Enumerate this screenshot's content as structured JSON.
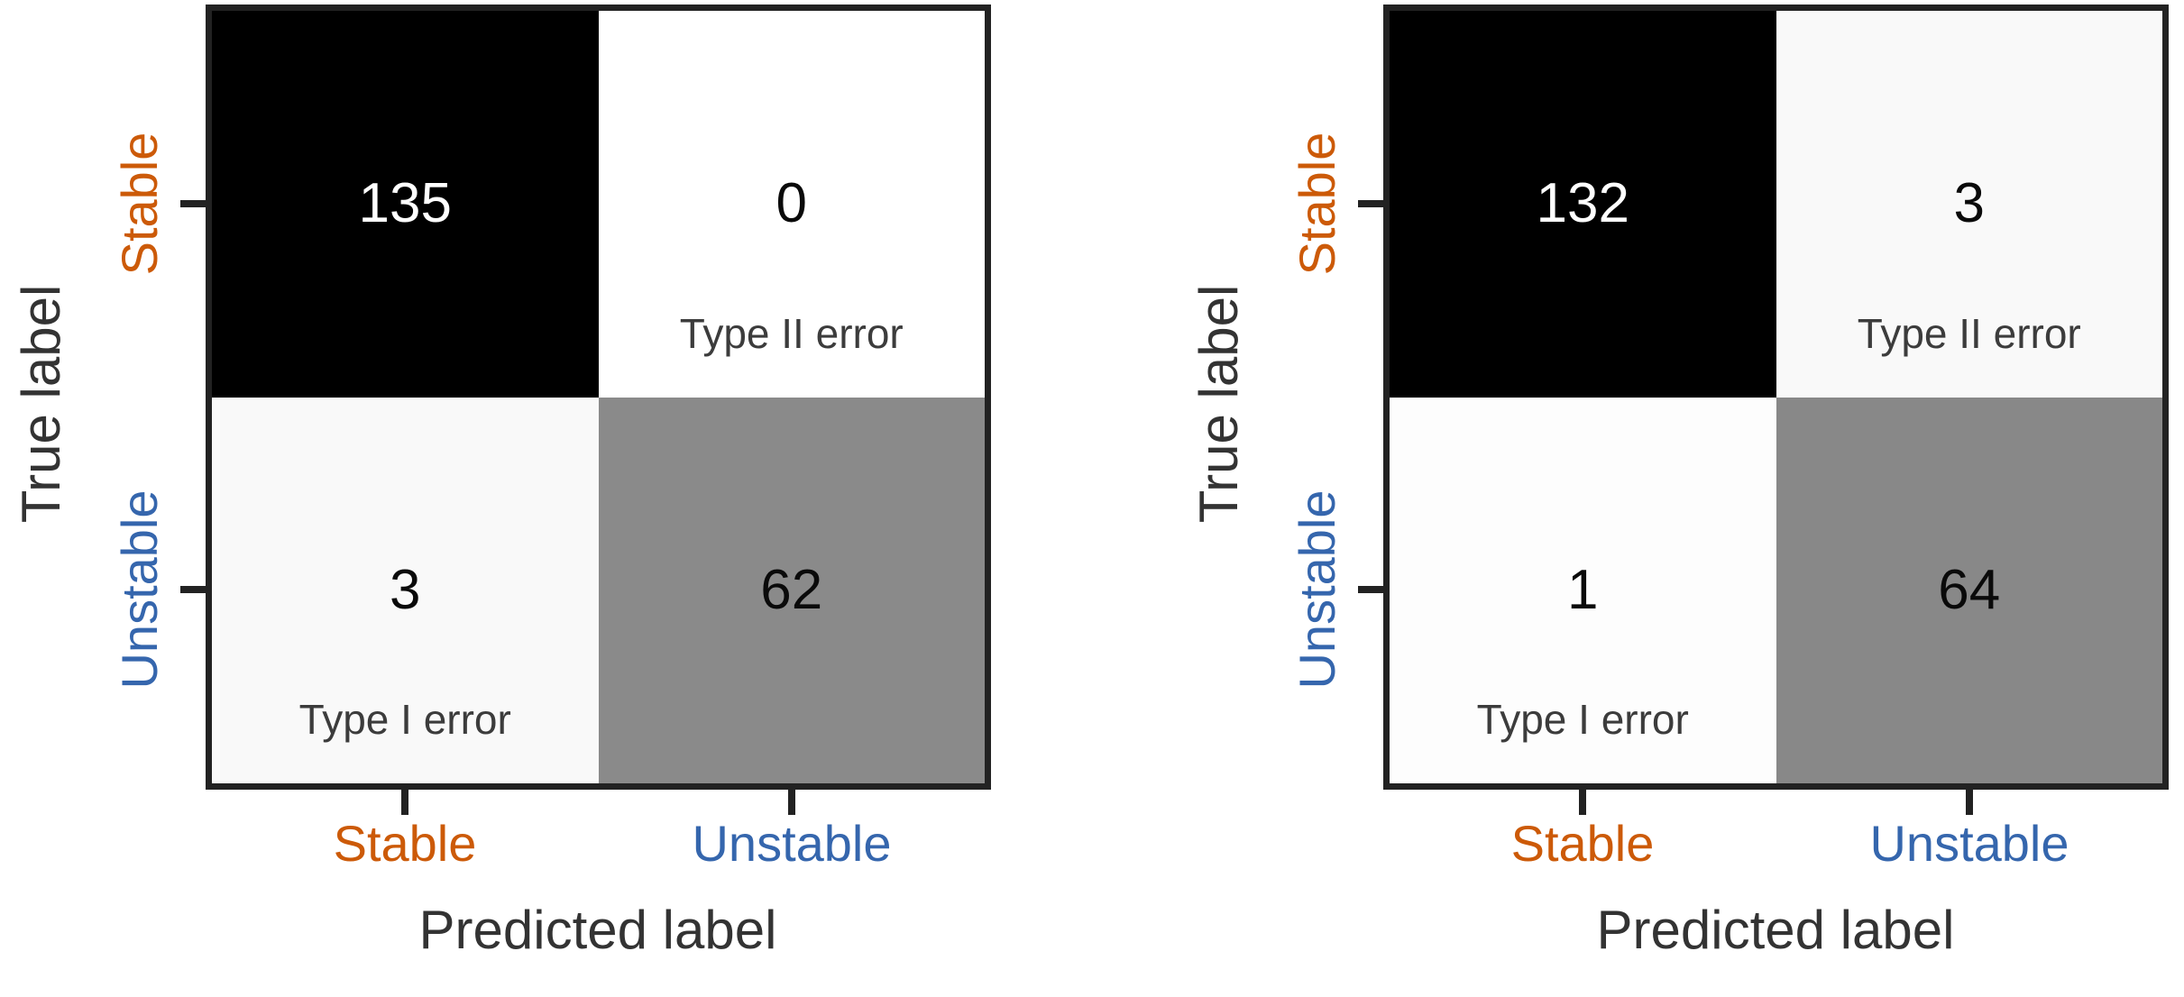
{
  "colors": {
    "background": "#ffffff",
    "frame_and_ticks": "#222222",
    "axis_title_text": "#333333",
    "annotation_text": "#3c3c3c",
    "stable_label": "#cc5a08",
    "unstable_label": "#3566ad",
    "cell_black": "#000000",
    "cell_white": "#ffffff",
    "cell_near_white": "#fdfdfd",
    "cell_light_gray": "#f9f9f9",
    "cell_mid_gray_left": "#8a8a8a",
    "cell_mid_gray_right": "#888888",
    "number_on_dark": "#ffffff",
    "number_on_light": "#0a0a0a"
  },
  "chart_data": [
    {
      "type": "heatmap",
      "name": "confusion-matrix-left",
      "title": "",
      "xlabel": "Predicted label",
      "ylabel": "True label",
      "x_tick_labels": [
        "Stable",
        "Unstable"
      ],
      "y_tick_labels": [
        "Stable",
        "Unstable"
      ],
      "values": [
        [
          135,
          0
        ],
        [
          3,
          62
        ]
      ],
      "cell_annotations": [
        [
          "",
          "Type II error"
        ],
        [
          "Type I error",
          ""
        ]
      ],
      "colormap": "grayscale reversed (0 = white, max = black)",
      "legend": "none",
      "grid": false,
      "cells": [
        {
          "row": "Stable",
          "col": "Stable",
          "value": "135",
          "bg": "#000000",
          "fg": "#ffffff",
          "note": ""
        },
        {
          "row": "Stable",
          "col": "Unstable",
          "value": "0",
          "bg": "#ffffff",
          "fg": "#0a0a0a",
          "note": "Type II error"
        },
        {
          "row": "Unstable",
          "col": "Stable",
          "value": "3",
          "bg": "#f9f9f9",
          "fg": "#0a0a0a",
          "note": "Type I error"
        },
        {
          "row": "Unstable",
          "col": "Unstable",
          "value": "62",
          "bg": "#8a8a8a",
          "fg": "#0a0a0a",
          "note": ""
        }
      ]
    },
    {
      "type": "heatmap",
      "name": "confusion-matrix-right",
      "title": "",
      "xlabel": "Predicted label",
      "ylabel": "True label",
      "x_tick_labels": [
        "Stable",
        "Unstable"
      ],
      "y_tick_labels": [
        "Stable",
        "Unstable"
      ],
      "values": [
        [
          132,
          3
        ],
        [
          1,
          64
        ]
      ],
      "cell_annotations": [
        [
          "",
          "Type II error"
        ],
        [
          "Type I error",
          ""
        ]
      ],
      "colormap": "grayscale reversed (0 = white, max = black)",
      "legend": "none",
      "grid": false,
      "cells": [
        {
          "row": "Stable",
          "col": "Stable",
          "value": "132",
          "bg": "#000000",
          "fg": "#ffffff",
          "note": ""
        },
        {
          "row": "Stable",
          "col": "Unstable",
          "value": "3",
          "bg": "#f9f9f9",
          "fg": "#0a0a0a",
          "note": "Type II error"
        },
        {
          "row": "Unstable",
          "col": "Stable",
          "value": "1",
          "bg": "#fdfdfd",
          "fg": "#0a0a0a",
          "note": "Type I error"
        },
        {
          "row": "Unstable",
          "col": "Unstable",
          "value": "64",
          "bg": "#888888",
          "fg": "#0a0a0a",
          "note": ""
        }
      ]
    }
  ]
}
